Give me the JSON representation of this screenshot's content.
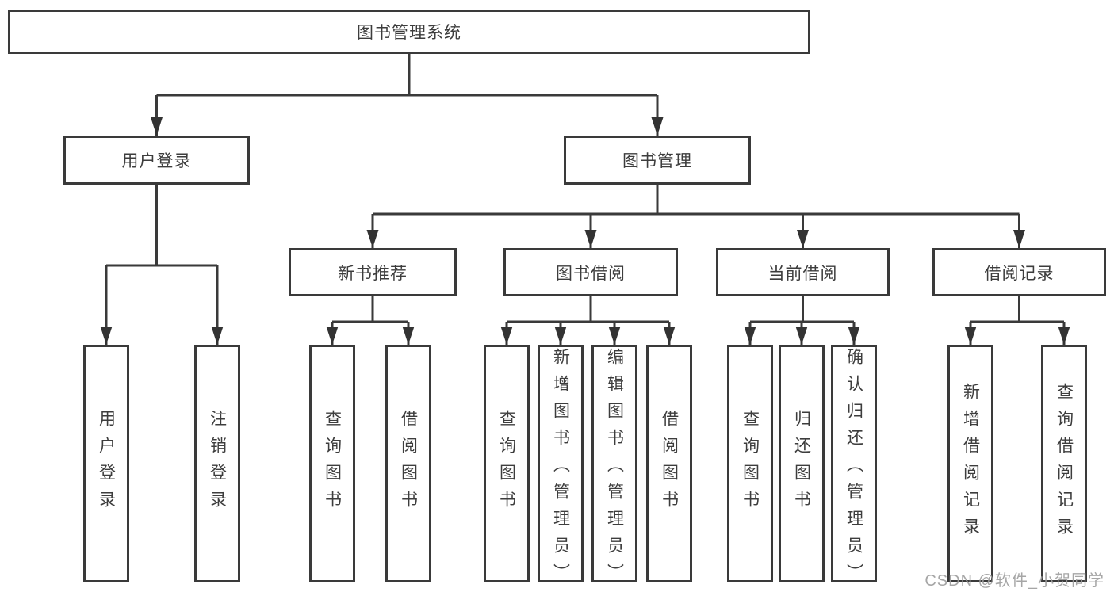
{
  "colors": {
    "line": "#3a3a3a",
    "box_border": "#3a3a3a",
    "text": "#3d3d3d",
    "watermark": "#9e9e9e",
    "background": "#ffffff"
  },
  "watermark": {
    "text": "CSDN @软件_小贺同学"
  },
  "tree": {
    "root": "图书管理系统",
    "level2": {
      "user_login": "用户登录",
      "book_management": "图书管理"
    },
    "level3": {
      "new_book_recommend": "新书推荐",
      "book_borrow": "图书借阅",
      "current_borrow": "当前借阅",
      "borrow_records": "借阅记录"
    },
    "leaves": {
      "user_login": "用户登录",
      "logout": "注销登录",
      "rec_query_book": "查询图书",
      "rec_borrow_book": "借阅图书",
      "bor_query_book": "查询图书",
      "bor_add_book": "新增图书（管理员）",
      "bor_edit_book": "编辑图书（管理员）",
      "bor_borrow_book": "借阅图书",
      "cur_query_book": "查询图书",
      "cur_return_book": "归还图书",
      "cur_confirm_return": "确认归还（管理员）",
      "log_add_record": "新增借阅记录",
      "log_query_record": "查询借阅记录"
    }
  }
}
